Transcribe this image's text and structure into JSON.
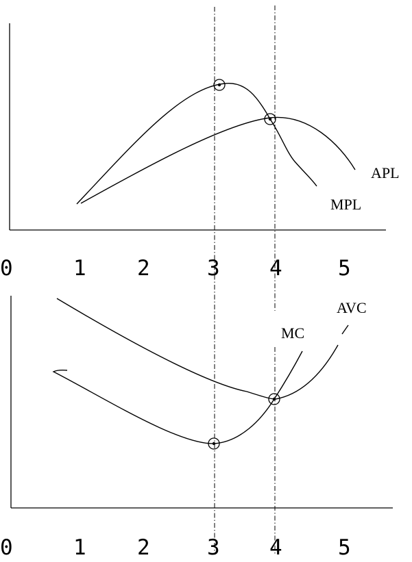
{
  "top_panel": {
    "x_ticks": [
      "0",
      "1",
      "2",
      "3",
      "4",
      "5"
    ],
    "curve_labels": {
      "apl": "APL",
      "mpl": "MPL"
    }
  },
  "bottom_panel": {
    "x_ticks": [
      "0",
      "1",
      "2",
      "3",
      "4",
      "5"
    ],
    "curve_labels": {
      "mc": "MC",
      "avc": "AVC"
    }
  },
  "colors": {
    "ink": "#000000",
    "background": "#ffffff"
  },
  "markers": [
    "mpl-max",
    "apl-max-mpl-intersection",
    "mc-min",
    "avc-min-mc-intersection"
  ]
}
